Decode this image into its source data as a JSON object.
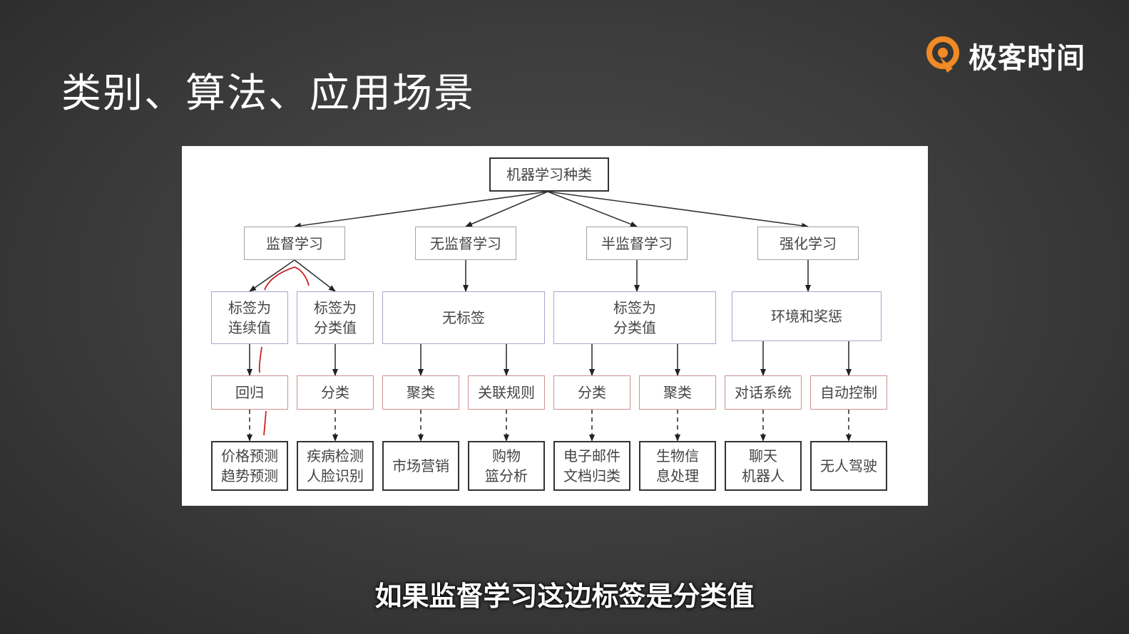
{
  "slide": {
    "title": "类别、算法、应用场景",
    "subtitle": "如果监督学习这边标签是分类值"
  },
  "logo": {
    "brand": "极客时间",
    "icon": "geektime-logo-icon",
    "color": "#f08a24"
  },
  "diagram": {
    "root": "机器学习种类",
    "categories": [
      "监督学习",
      "无监督学习",
      "半监督学习",
      "强化学习"
    ],
    "labels": [
      "标签为\n连续值",
      "标签为\n分类值",
      "无标签",
      "标签为\n分类值",
      "环境和奖惩"
    ],
    "algorithms": [
      "回归",
      "分类",
      "聚类",
      "关联规则",
      "分类",
      "聚类",
      "对话系统",
      "自动控制"
    ],
    "applications": [
      "价格预测\n趋势预测",
      "疾病检测\n人脸识别",
      "市场营销",
      "购物\n篮分析",
      "电子邮件\n文档归类",
      "生物信\n息处理",
      "聊天\n机器人",
      "无人驾驶"
    ],
    "colors": {
      "root_border": "#333333",
      "category_border": "#9aa89a",
      "label_border": "#a6a6cc",
      "algorithm_border": "#cf9090",
      "application_border": "#333333",
      "annotation_stroke": "#cc2222"
    }
  }
}
